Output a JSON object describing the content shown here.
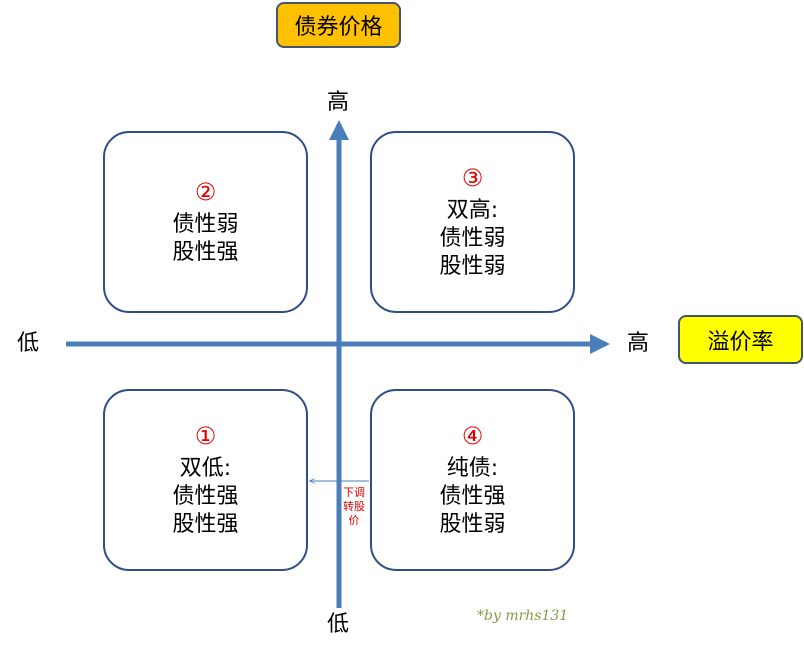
{
  "y_axis": {
    "title": "债券价格",
    "high": "高",
    "low": "低"
  },
  "x_axis": {
    "title": "溢价率",
    "high": "高",
    "low": "低"
  },
  "quadrants": {
    "q1": {
      "number": "①",
      "lines": [
        "双低:",
        "债性强",
        "股性强"
      ]
    },
    "q2": {
      "number": "②",
      "lines": [
        "债性弱",
        "股性强"
      ]
    },
    "q3": {
      "number": "③",
      "lines": [
        "双高:",
        "债性弱",
        "股性弱"
      ]
    },
    "q4": {
      "number": "④",
      "lines": [
        "纯债:",
        "债性强",
        "股性弱"
      ]
    }
  },
  "arrow_note": "下调\n转股\n价",
  "credit": "*by mrhs131",
  "colors": {
    "axis": "#4a7ebb",
    "box_border": "#2f4d8a",
    "y_title_fill": "#ffc000",
    "x_title_fill": "#ffff00",
    "number_red": "#e00000",
    "credit_green": "#7ba043"
  }
}
